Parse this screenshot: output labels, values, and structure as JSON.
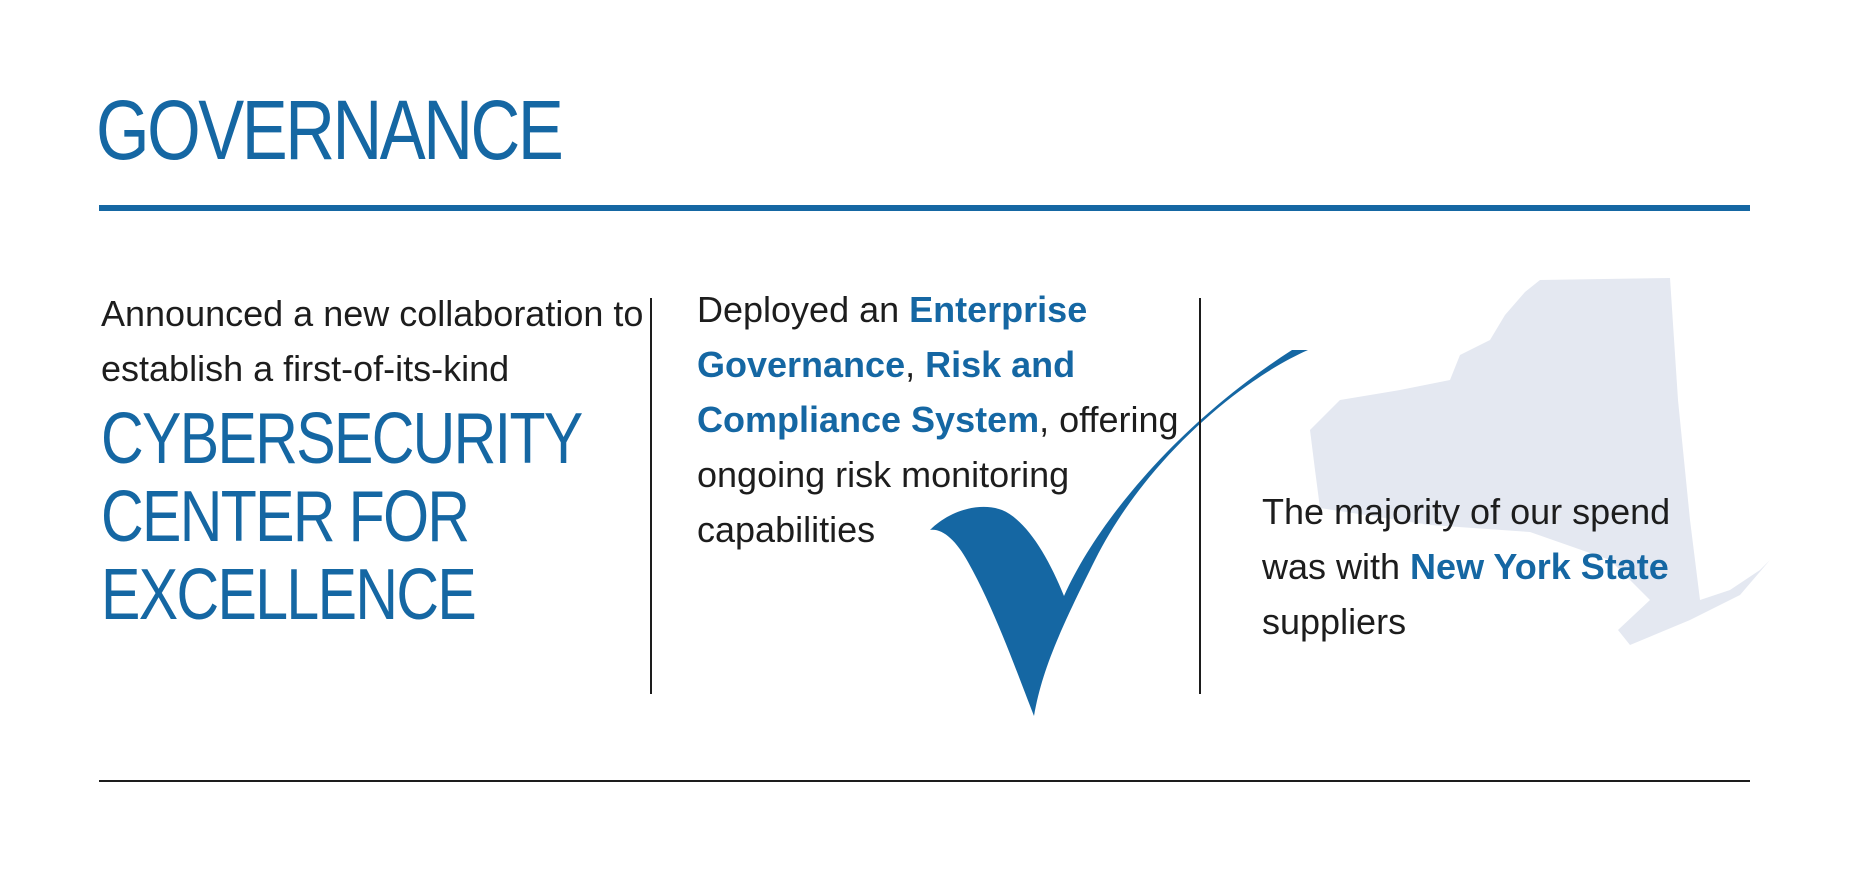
{
  "title": "GOVERNANCE",
  "column1": {
    "intro": "Announced a new collaboration to establish a first-of-its-kind",
    "highlight_lines": [
      "CYBERSECURITY",
      "CENTER FOR",
      "EXCELLENCE"
    ]
  },
  "column2": {
    "prefix": "Deployed an ",
    "highlight_1": "Enterprise Governance",
    "sep_1": ", ",
    "highlight_2": "Risk and Compliance System",
    "suffix": ", offering ongoing risk monitoring capabilities"
  },
  "column3": {
    "prefix": "The majority of our spend was with ",
    "highlight": "New York State",
    "suffix": " suppliers"
  },
  "icons": {
    "checkmark": "checkmark-icon",
    "state_map": "new-york-state-map-icon"
  },
  "colors": {
    "accent_blue": "#1567a3",
    "map_fill": "#e4e8f1",
    "text": "#1d1d1d"
  }
}
